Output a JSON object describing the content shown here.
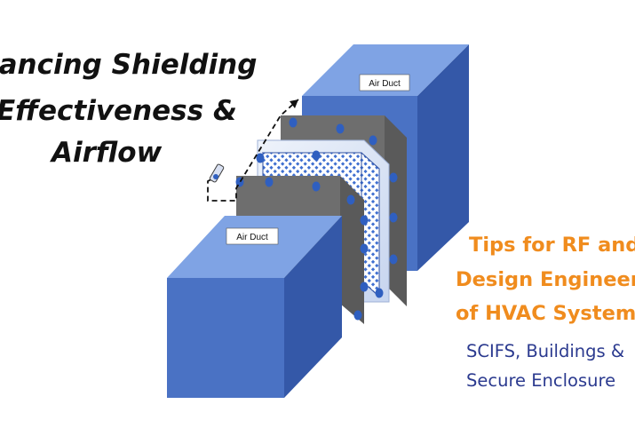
{
  "heading": {
    "line1": "lancing Shielding",
    "line2": "Effectiveness &",
    "line3": "Airflow"
  },
  "diagram": {
    "duct_top_label": "Air Duct",
    "duct_bottom_label": "Air Duct"
  },
  "tips": {
    "line1": "Tips for RF and",
    "line2": "Design Engineer",
    "line3": "of HVAC System"
  },
  "subheading": {
    "line1": "SCIFS, Buildings &",
    "line2": "Secure Enclosure"
  },
  "colors": {
    "duct_front": "#4a72c4",
    "duct_top": "#7fa3e4",
    "duct_side": "#3458a8",
    "panel_gray": "#6e6e6e",
    "mesh_blue": "#3f6fd0",
    "bolt_blue": "#2f5fc0",
    "accent_orange": "#f08c1e",
    "subtitle_navy": "#2b3a8f"
  }
}
